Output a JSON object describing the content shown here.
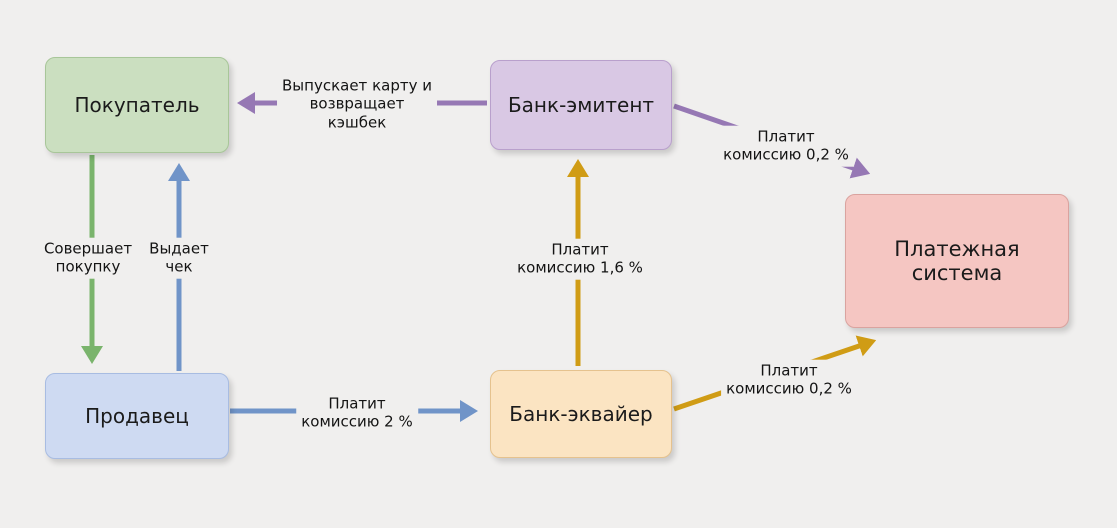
{
  "page": {
    "background": "#f0efee"
  },
  "diagram": {
    "nodes": {
      "buyer": {
        "label": "Покупатель",
        "fill": "#cbdfc0"
      },
      "issuer_bank": {
        "label": "Банк-эмитент",
        "fill": "#d9c8e4"
      },
      "payment_system": {
        "label": "Платежная\nсистема",
        "fill": "#f5c6c2"
      },
      "seller": {
        "label": "Продавец",
        "fill": "#cedaf2"
      },
      "acquirer_bank": {
        "label": "Банк-эквайер",
        "fill": "#fbe4c2"
      }
    },
    "edges": [
      {
        "id": "issuer-to-buyer",
        "from": "issuer_bank",
        "to": "buyer",
        "label": "Выпускает карту и\nвозвращает\nкэшбек",
        "color": "#9678b4"
      },
      {
        "id": "buyer-to-seller",
        "from": "buyer",
        "to": "seller",
        "label": "Совершает\nпокупку",
        "color": "#7ab46c"
      },
      {
        "id": "seller-to-buyer",
        "from": "seller",
        "to": "buyer",
        "label": "Выдает\nчек",
        "color": "#7094c8"
      },
      {
        "id": "seller-to-acquirer",
        "from": "seller",
        "to": "acquirer_bank",
        "label": "Платит\nкомиссию 2 %",
        "color": "#7094c8"
      },
      {
        "id": "acquirer-to-issuer",
        "from": "acquirer_bank",
        "to": "issuer_bank",
        "label": "Платит\nкомиссию 1,6 %",
        "color": "#d09c15"
      },
      {
        "id": "issuer-to-payment-system",
        "from": "issuer_bank",
        "to": "payment_system",
        "label": "Платит\nкомиссию 0,2 %",
        "color": "#9678b4"
      },
      {
        "id": "acquirer-to-payment-system",
        "from": "acquirer_bank",
        "to": "payment_system",
        "label": "Платит\nкомиссию 0,2 %",
        "color": "#d09c15"
      }
    ]
  }
}
